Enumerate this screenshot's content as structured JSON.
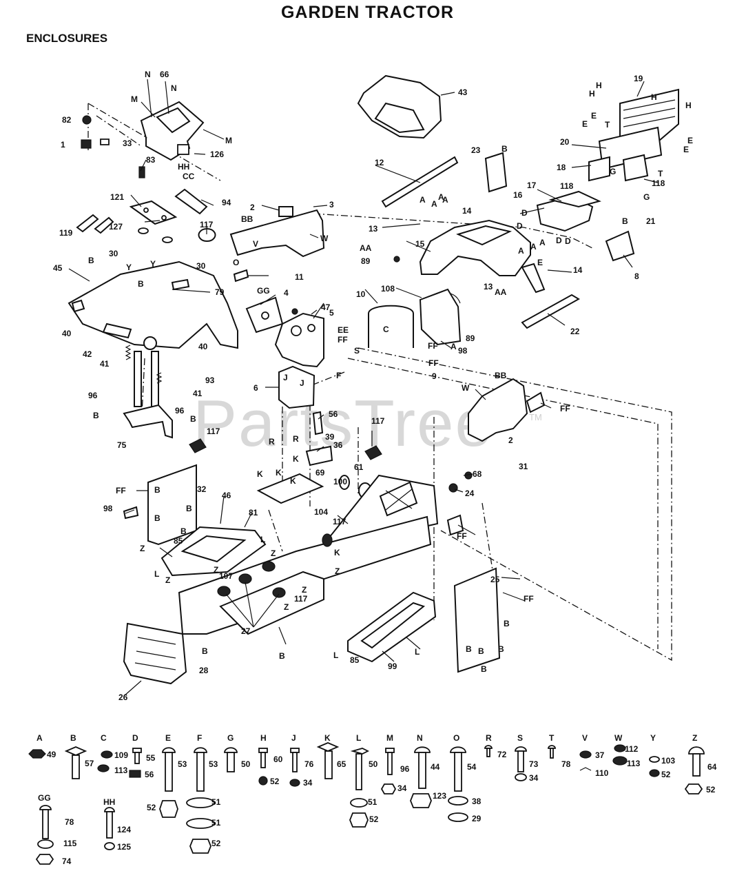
{
  "header": {
    "title": "GARDEN TRACTOR",
    "section": "ENCLOSURES"
  },
  "watermark": {
    "text": "PartsTree",
    "tm": "TM"
  },
  "callouts": [
    {
      "text": "N"
    },
    {
      "text": "66"
    },
    {
      "text": "M"
    },
    {
      "text": "N"
    },
    {
      "text": "82"
    },
    {
      "text": "M"
    },
    {
      "text": "1"
    },
    {
      "text": "33"
    },
    {
      "text": "126"
    },
    {
      "text": "HH"
    },
    {
      "text": "83"
    },
    {
      "text": "CC"
    },
    {
      "text": "121"
    },
    {
      "text": "94"
    },
    {
      "text": "127"
    },
    {
      "text": "119"
    },
    {
      "text": "117"
    },
    {
      "text": "30"
    },
    {
      "text": "30"
    },
    {
      "text": "2"
    },
    {
      "text": "3"
    },
    {
      "text": "BB"
    },
    {
      "text": "V"
    },
    {
      "text": "W"
    },
    {
      "text": "O"
    },
    {
      "text": "11"
    },
    {
      "text": "45"
    },
    {
      "text": "B"
    },
    {
      "text": "Y"
    },
    {
      "text": "Y"
    },
    {
      "text": "B"
    },
    {
      "text": "79"
    },
    {
      "text": "GG"
    },
    {
      "text": "4"
    },
    {
      "text": "47"
    },
    {
      "text": "5"
    },
    {
      "text": "40"
    },
    {
      "text": "42"
    },
    {
      "text": "40"
    },
    {
      "text": "41"
    },
    {
      "text": "93"
    },
    {
      "text": "41"
    },
    {
      "text": "96"
    },
    {
      "text": "96"
    },
    {
      "text": "B"
    },
    {
      "text": "B"
    },
    {
      "text": "75"
    },
    {
      "text": "117"
    },
    {
      "text": "43"
    },
    {
      "text": "23"
    },
    {
      "text": "B"
    },
    {
      "text": "12"
    },
    {
      "text": "A"
    },
    {
      "text": "A"
    },
    {
      "text": "A"
    },
    {
      "text": "A"
    },
    {
      "text": "14"
    },
    {
      "text": "13"
    },
    {
      "text": "AA"
    },
    {
      "text": "15"
    },
    {
      "text": "89"
    },
    {
      "text": "108"
    },
    {
      "text": "10"
    },
    {
      "text": "C"
    },
    {
      "text": "EE"
    },
    {
      "text": "FF"
    },
    {
      "text": "FF"
    },
    {
      "text": "FF"
    },
    {
      "text": "S"
    },
    {
      "text": "9"
    },
    {
      "text": "89"
    },
    {
      "text": "98"
    },
    {
      "text": "A"
    },
    {
      "text": "13"
    },
    {
      "text": "AA"
    },
    {
      "text": "14"
    },
    {
      "text": "22"
    },
    {
      "text": "19"
    },
    {
      "text": "H"
    },
    {
      "text": "H"
    },
    {
      "text": "H"
    },
    {
      "text": "H"
    },
    {
      "text": "E"
    },
    {
      "text": "E"
    },
    {
      "text": "T"
    },
    {
      "text": "E"
    },
    {
      "text": "20"
    },
    {
      "text": "E"
    },
    {
      "text": "18"
    },
    {
      "text": "G"
    },
    {
      "text": "T"
    },
    {
      "text": "118"
    },
    {
      "text": "118"
    },
    {
      "text": "G"
    },
    {
      "text": "21"
    },
    {
      "text": "17"
    },
    {
      "text": "16"
    },
    {
      "text": "D"
    },
    {
      "text": "D"
    },
    {
      "text": "D"
    },
    {
      "text": "D"
    },
    {
      "text": "B"
    },
    {
      "text": "8"
    },
    {
      "text": "A"
    },
    {
      "text": "A"
    },
    {
      "text": "A"
    },
    {
      "text": "E"
    },
    {
      "text": "6"
    },
    {
      "text": "J"
    },
    {
      "text": "J"
    },
    {
      "text": "F"
    },
    {
      "text": "56"
    },
    {
      "text": "R"
    },
    {
      "text": "R"
    },
    {
      "text": "39"
    },
    {
      "text": "36"
    },
    {
      "text": "117"
    },
    {
      "text": "K"
    },
    {
      "text": "K"
    },
    {
      "text": "K"
    },
    {
      "text": "K"
    },
    {
      "text": "69"
    },
    {
      "text": "100"
    },
    {
      "text": "61"
    },
    {
      "text": "68"
    },
    {
      "text": "24"
    },
    {
      "text": "W"
    },
    {
      "text": "BB"
    },
    {
      "text": "2"
    },
    {
      "text": "FF"
    },
    {
      "text": "31"
    },
    {
      "text": "FF"
    },
    {
      "text": "B"
    },
    {
      "text": "32"
    },
    {
      "text": "46"
    },
    {
      "text": "81"
    },
    {
      "text": "98"
    },
    {
      "text": "B"
    },
    {
      "text": "B"
    },
    {
      "text": "B"
    },
    {
      "text": "85"
    },
    {
      "text": "Z"
    },
    {
      "text": "L"
    },
    {
      "text": "L"
    },
    {
      "text": "Z"
    },
    {
      "text": "Z"
    },
    {
      "text": "107"
    },
    {
      "text": "104"
    },
    {
      "text": "117"
    },
    {
      "text": "Z"
    },
    {
      "text": "Z"
    },
    {
      "text": "K"
    },
    {
      "text": "Z"
    },
    {
      "text": "Z"
    },
    {
      "text": "117"
    },
    {
      "text": "27"
    },
    {
      "text": "B"
    },
    {
      "text": "B"
    },
    {
      "text": "28"
    },
    {
      "text": "26"
    },
    {
      "text": "L"
    },
    {
      "text": "L"
    },
    {
      "text": "85"
    },
    {
      "text": "99"
    },
    {
      "text": "FF"
    },
    {
      "text": "25"
    },
    {
      "text": "FF"
    },
    {
      "text": "B"
    },
    {
      "text": "B"
    },
    {
      "text": "B"
    },
    {
      "text": "B"
    },
    {
      "text": "B"
    }
  ],
  "hardware_legend": [
    {
      "code": "A",
      "parts": [
        "49"
      ]
    },
    {
      "code": "B",
      "parts": [
        "57"
      ]
    },
    {
      "code": "C",
      "parts": [
        "109",
        "113"
      ]
    },
    {
      "code": "D",
      "parts": [
        "55",
        "56"
      ]
    },
    {
      "code": "E",
      "parts": [
        "53",
        "52"
      ]
    },
    {
      "code": "F",
      "parts": [
        "53",
        "51",
        "51",
        "52"
      ]
    },
    {
      "code": "G",
      "parts": [
        "50"
      ]
    },
    {
      "code": "H",
      "parts": [
        "60",
        "52"
      ]
    },
    {
      "code": "J",
      "parts": [
        "76",
        "34"
      ]
    },
    {
      "code": "K",
      "parts": [
        "65"
      ]
    },
    {
      "code": "L",
      "parts": [
        "50",
        "51",
        "52"
      ]
    },
    {
      "code": "M",
      "parts": [
        "96",
        "34"
      ]
    },
    {
      "code": "N",
      "parts": [
        "44",
        "123"
      ]
    },
    {
      "code": "O",
      "parts": [
        "54",
        "38",
        "29"
      ]
    },
    {
      "code": "R",
      "parts": [
        "72"
      ]
    },
    {
      "code": "S",
      "parts": [
        "73",
        "34"
      ]
    },
    {
      "code": "T",
      "parts": [
        "78"
      ]
    },
    {
      "code": "V",
      "parts": [
        "37",
        "110"
      ]
    },
    {
      "code": "W",
      "parts": [
        "112",
        "113"
      ]
    },
    {
      "code": "Y",
      "parts": [
        "103",
        "52"
      ]
    },
    {
      "code": "Z",
      "parts": [
        "64",
        "52"
      ]
    },
    {
      "code": "GG",
      "parts": [
        "78",
        "115",
        "74"
      ]
    },
    {
      "code": "HH",
      "parts": [
        "124",
        "125"
      ]
    }
  ]
}
